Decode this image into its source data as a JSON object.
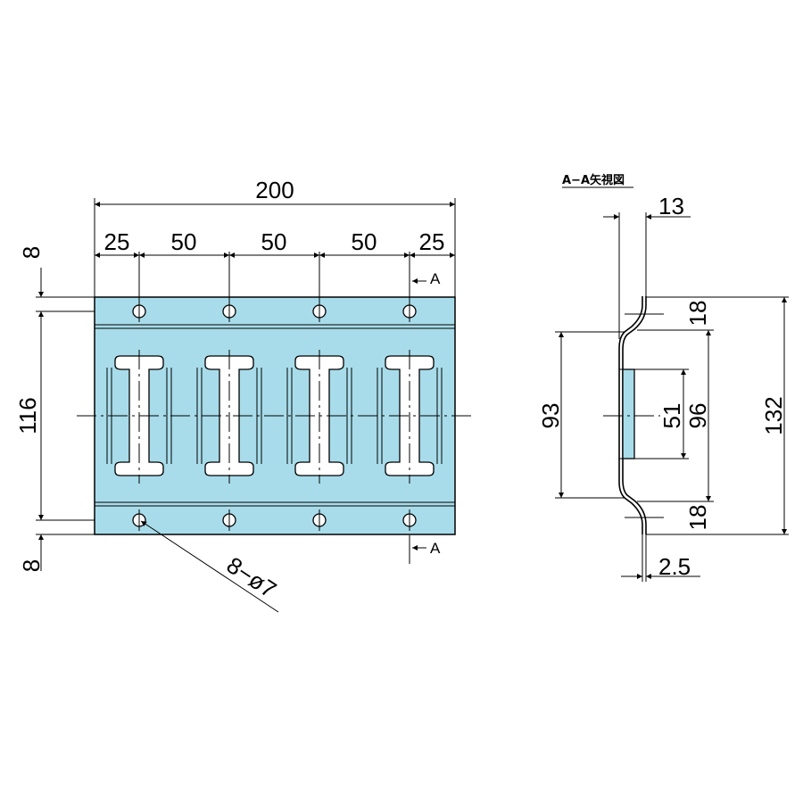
{
  "front_view": {
    "width_total": "200",
    "pitch": [
      "25",
      "50",
      "50",
      "50",
      "25"
    ],
    "height_total": "116",
    "edge_top": "8",
    "edge_bottom": "8",
    "section_top": "A",
    "section_bottom": "A",
    "hole_callout": "8−ø7"
  },
  "section_view": {
    "title": "A−A矢視図",
    "depth": "13",
    "flange_top": "18",
    "flange_bottom": "18",
    "inner_height": "93",
    "slot_height": "51",
    "middle_height": "96",
    "total_height": "132",
    "thickness": "2.5"
  },
  "colors": {
    "plate": "#a8dcea",
    "slot": "#ffffff",
    "line": "#000000"
  }
}
